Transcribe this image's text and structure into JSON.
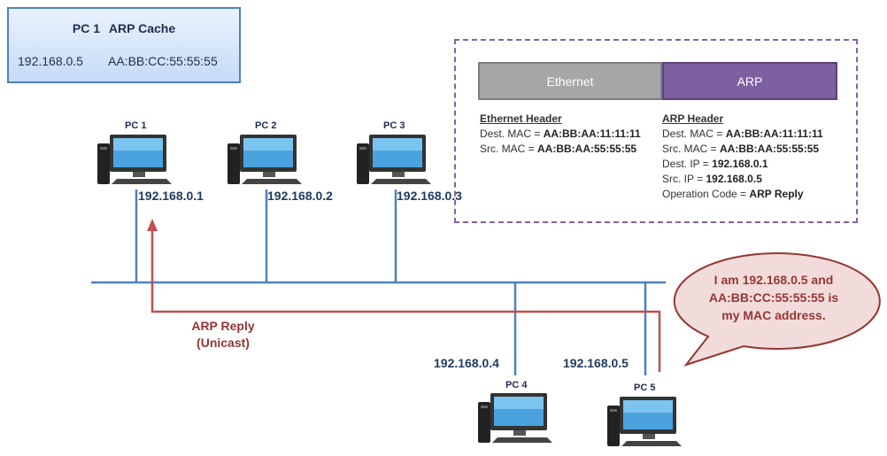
{
  "arp_cache": {
    "pc_label": "PC 1",
    "title": "ARP Cache",
    "entry_ip": "192.168.0.5",
    "entry_mac": "AA:BB:CC:55:55:55"
  },
  "packet": {
    "ethernet_segment": "Ethernet",
    "arp_segment": "ARP",
    "ethernet_header": {
      "title": "Ethernet Header",
      "dest_mac_label": "Dest. MAC = ",
      "dest_mac": "AA:BB:AA:11:11:11",
      "src_mac_label": "Src. MAC = ",
      "src_mac": "AA:BB:AA:55:55:55"
    },
    "arp_header": {
      "title": "ARP Header",
      "dest_mac_label": "Dest. MAC = ",
      "dest_mac": "AA:BB:AA:11:11:11",
      "src_mac_label": "Src. MAC = ",
      "src_mac": "AA:BB:AA:55:55:55",
      "dest_ip_label": "Dest. IP = ",
      "dest_ip": "192.168.0.1",
      "src_ip_label": "Src. IP = ",
      "src_ip": "192.168.0.5",
      "opcode_label": "Operation Code = ",
      "opcode": "ARP Reply"
    }
  },
  "pcs": [
    {
      "name": "PC 1",
      "ip": "192.168.0.1"
    },
    {
      "name": "PC 2",
      "ip": "192.168.0.2"
    },
    {
      "name": "PC 3",
      "ip": "192.168.0.3"
    },
    {
      "name": "PC 4",
      "ip": "192.168.0.4"
    },
    {
      "name": "PC 5",
      "ip": "192.168.0.5"
    }
  ],
  "reply": {
    "line1": "ARP Reply",
    "line2": "(Unicast)"
  },
  "bubble": {
    "line1": "I am 192.168.0.5 and",
    "line2": "AA:BB:CC:55:55:55 is",
    "line3": "my MAC address."
  },
  "colors": {
    "network": "#4f81bd",
    "reply": "#c0504d",
    "arp": "#7e5fa0",
    "ethernet": "#a6a6a6"
  }
}
